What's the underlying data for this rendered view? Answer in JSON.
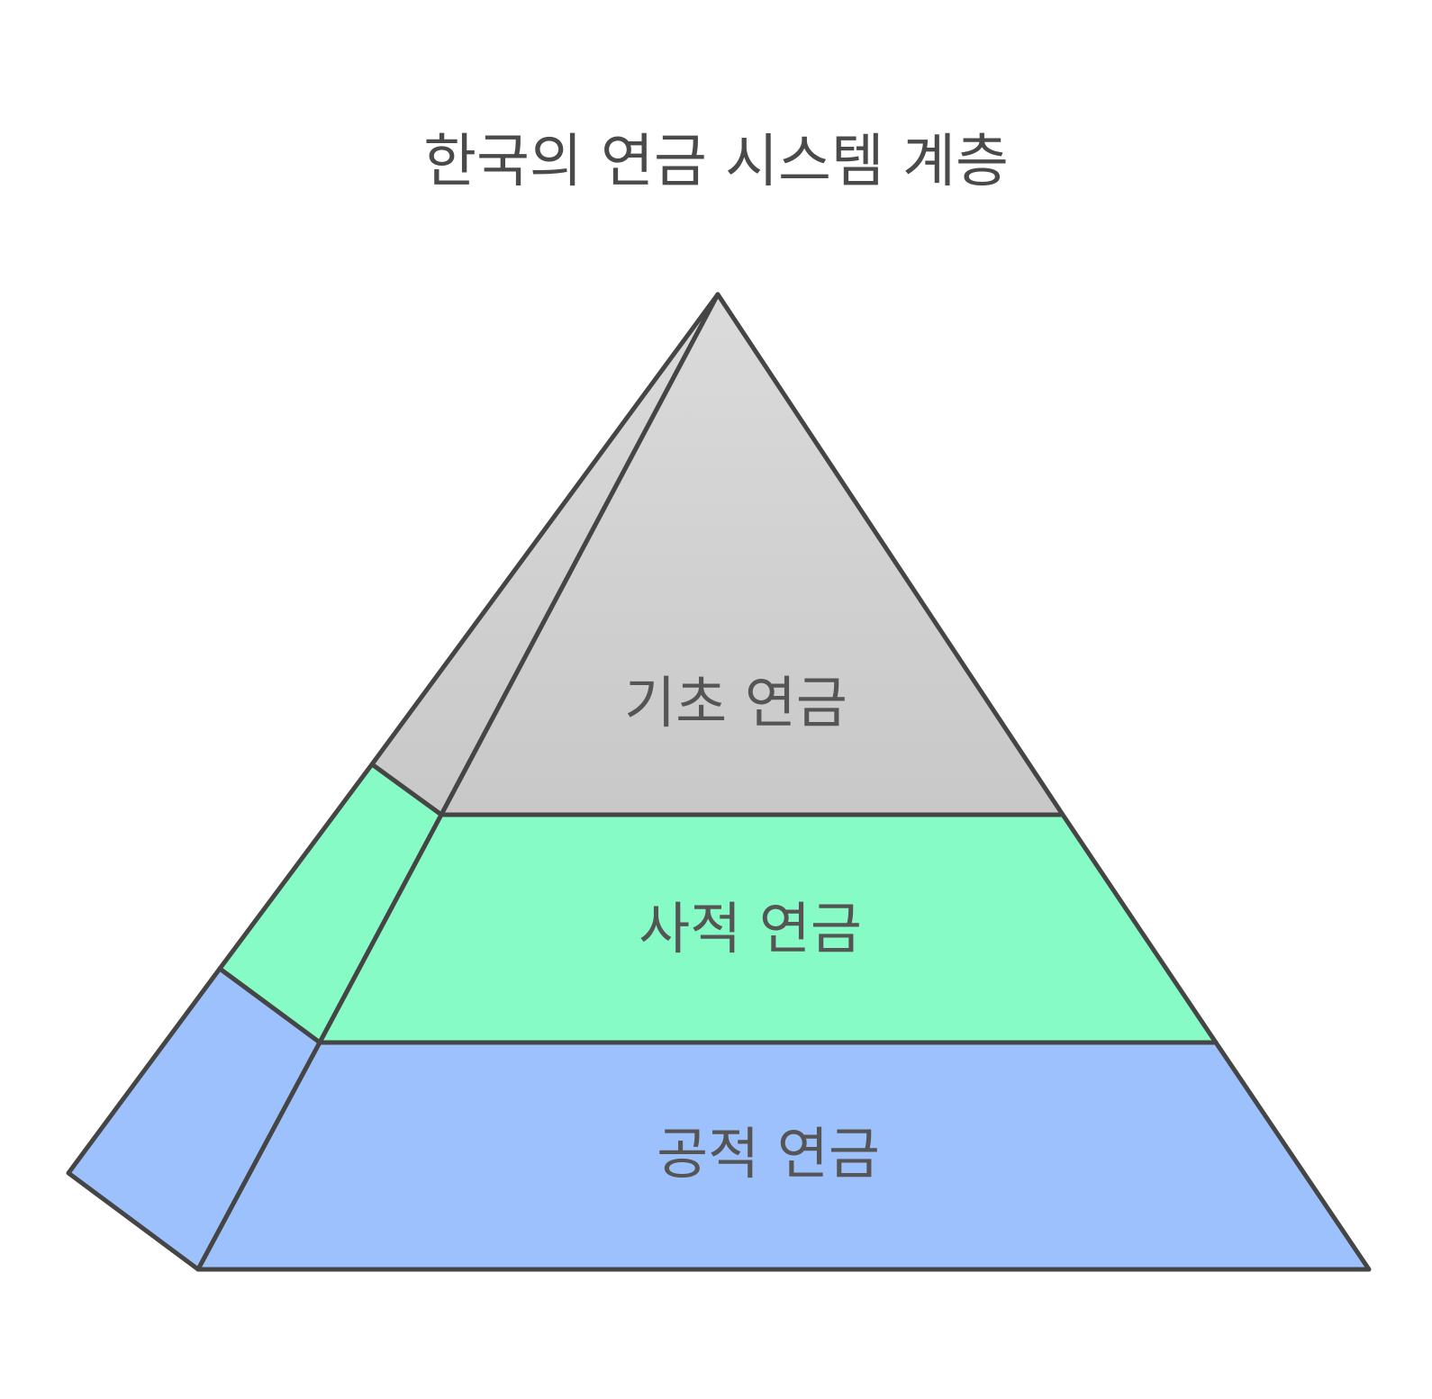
{
  "title": "한국의 연금 시스템 계층",
  "layers": [
    {
      "label": "기초 연금",
      "color_top": "#dbdbdb",
      "color_bottom": "#c8c8c8"
    },
    {
      "label": "사적 연금",
      "color": "#86fbc5"
    },
    {
      "label": "공적 연금",
      "color": "#9dc1fd"
    }
  ],
  "stroke_color": "#454545"
}
